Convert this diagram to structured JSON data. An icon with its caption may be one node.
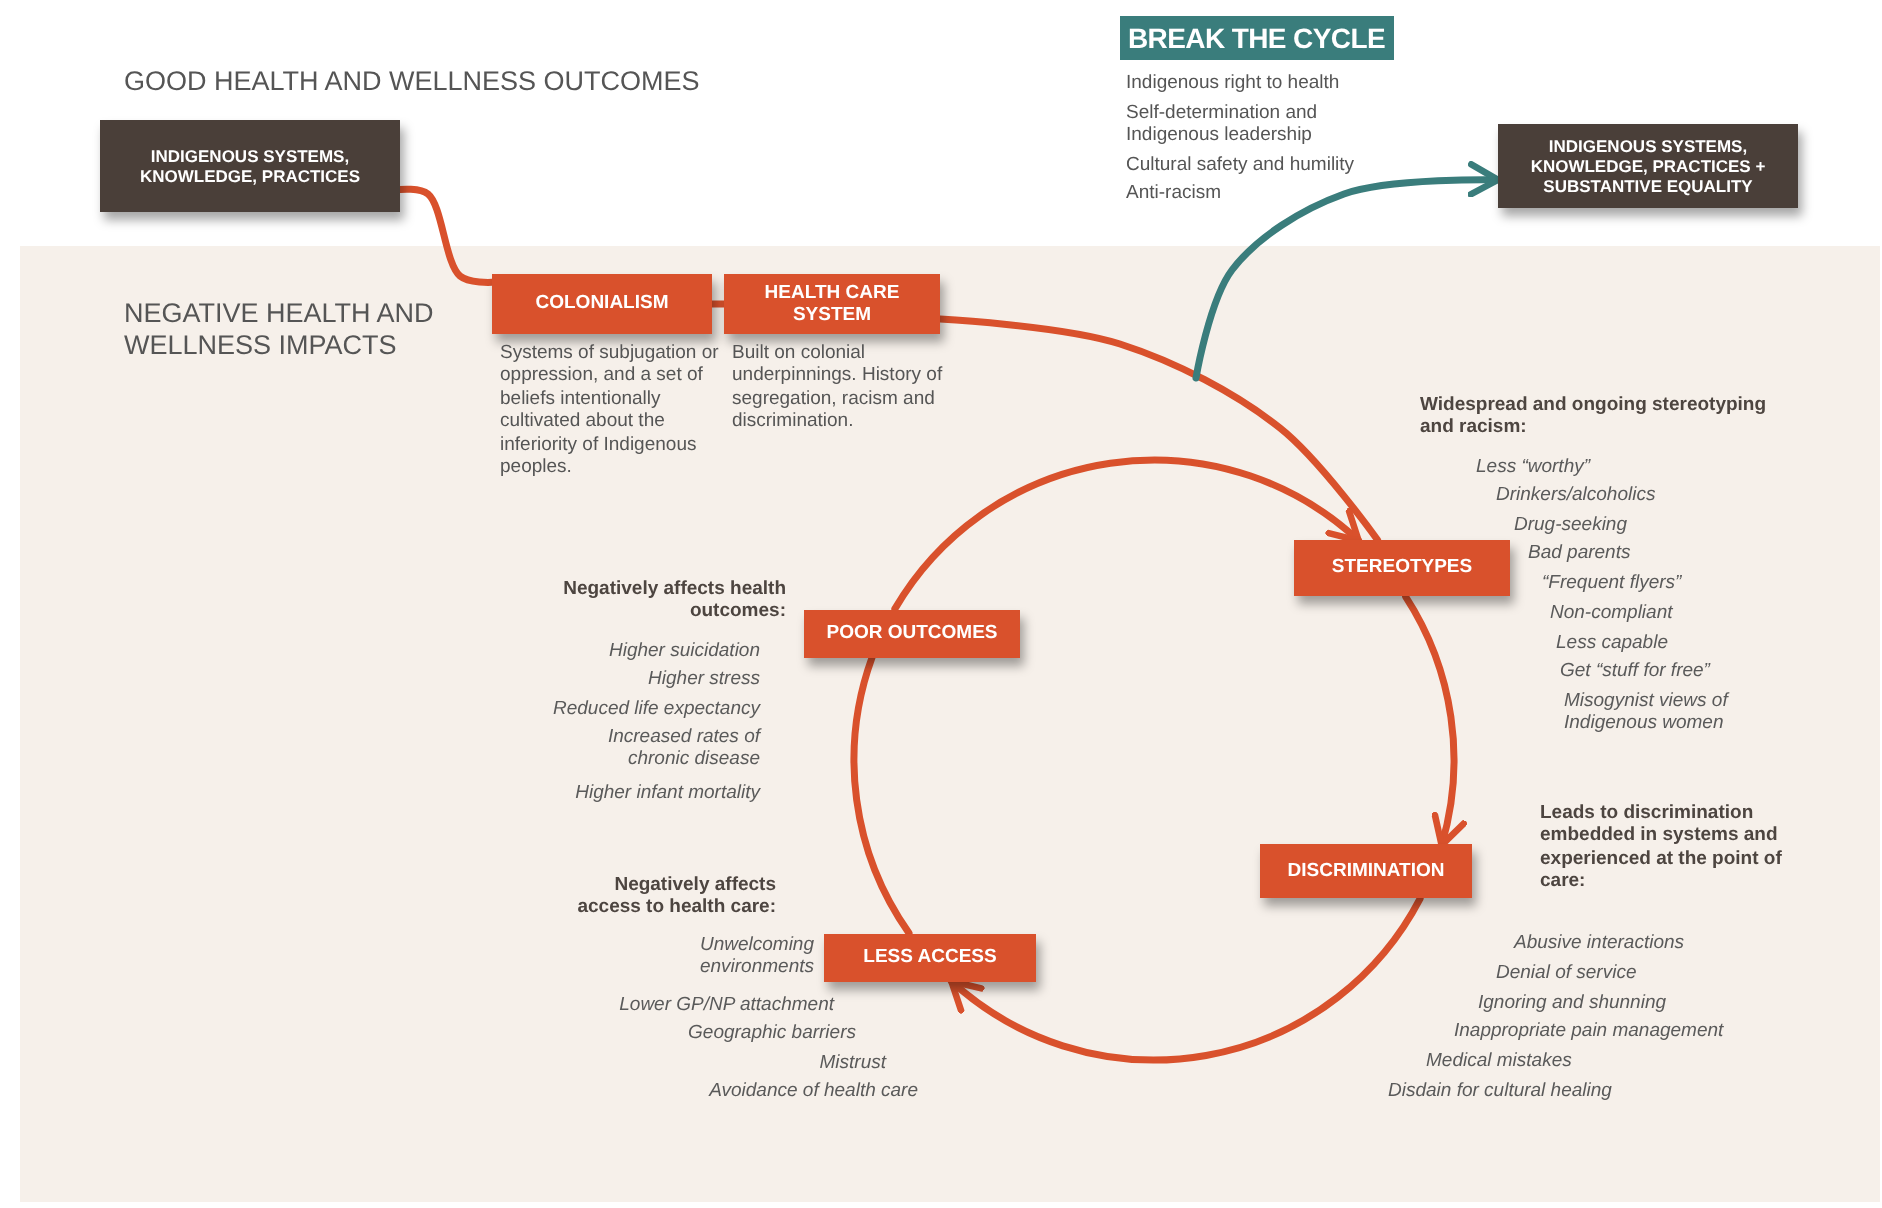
{
  "diagram": {
    "nodes": [
      {
        "text": [
          "INDIGENOUS SYSTEMS, KNOWLEDGE, PRACTICES"
        ]
      },
      {
        "text": [
          "COLONIALISM"
        ],
        "beside": [
          "Systems of subjugation or oppression, and a set of beliefs intentionally cultivated about the inferiority of Indigenous peoples."
        ]
      },
      {
        "text": [
          "HEALTH CARE SYSTEM"
        ],
        "beside": [
          "Built on colonial underpinnings. History of segregation, racism and discrimination."
        ]
      },
      {
        "text": [
          "STEREOTYPES"
        ],
        "beside": [
          "Widespread and ongoing stereotyping and racism:",
          "Less “worthy”",
          "Drinkers/alcoholics",
          "Drug-seeking",
          "Bad parents",
          "“Frequent flyers”",
          "Non-compliant",
          "Less capable",
          "Get “stuff for free”",
          "Misogynist views of Indigenous women"
        ]
      },
      {
        "text": [
          "DISCRIMINATION"
        ],
        "beside": [
          "Leads to discrimination embedded in systems and experienced at the point of care:",
          "Abusive interactions",
          "Denial of service",
          "Ignoring and shunning",
          "Inappropriate pain management",
          "Medical mistakes",
          "Disdain for cultural healing"
        ]
      },
      {
        "text": [
          "LESS ACCESS"
        ],
        "beside": [
          "Negatively affects access to health care:",
          "Unwelcoming environments",
          "Lower GP/NP attachment",
          "Geographic barriers",
          "Mistrust",
          "Avoidance of health care"
        ]
      },
      {
        "text": [
          "POOR OUTCOMES"
        ],
        "beside": [
          "Negatively affects health outcomes:",
          "Higher suicidation",
          "Higher stress",
          "Reduced life expectancy",
          "Increased rates of chronic disease",
          "Higher infant mortality"
        ]
      },
      {
        "text": [
          "BREAK THE CYCLE"
        ],
        "beside": [
          "Indigenous right to health",
          "Self-determination and Indigenous leadership",
          "Cultural safety and humility",
          "Anti-racism"
        ]
      },
      {
        "text": [
          "INDIGENOUS SYSTEMS, KNOWLEDGE, PRACTICES + SUBSTANTIVE EQUALITY"
        ]
      }
    ],
    "edges": [
      {
        "from": 0,
        "to": 1,
        "arrow": "none"
      },
      {
        "from": 1,
        "to": 2,
        "arrow": "none"
      },
      {
        "from": 2,
        "to": 3,
        "arrow": "none"
      },
      {
        "from": 3,
        "to": 4,
        "arrow": "to"
      },
      {
        "from": 4,
        "to": 5,
        "arrow": "to"
      },
      {
        "from": 5,
        "to": 6,
        "arrow": "none"
      },
      {
        "from": 6,
        "to": 3,
        "arrow": "to"
      },
      {
        "from": null,
        "to": 8,
        "arrow": "to",
        "color": "#3a7d7c"
      }
    ],
    "labels": [
      "GOOD HEALTH AND WELLNESS OUTCOMES",
      "NEGATIVE HEALTH AND WELLNESS IMPACTS"
    ]
  }
}
